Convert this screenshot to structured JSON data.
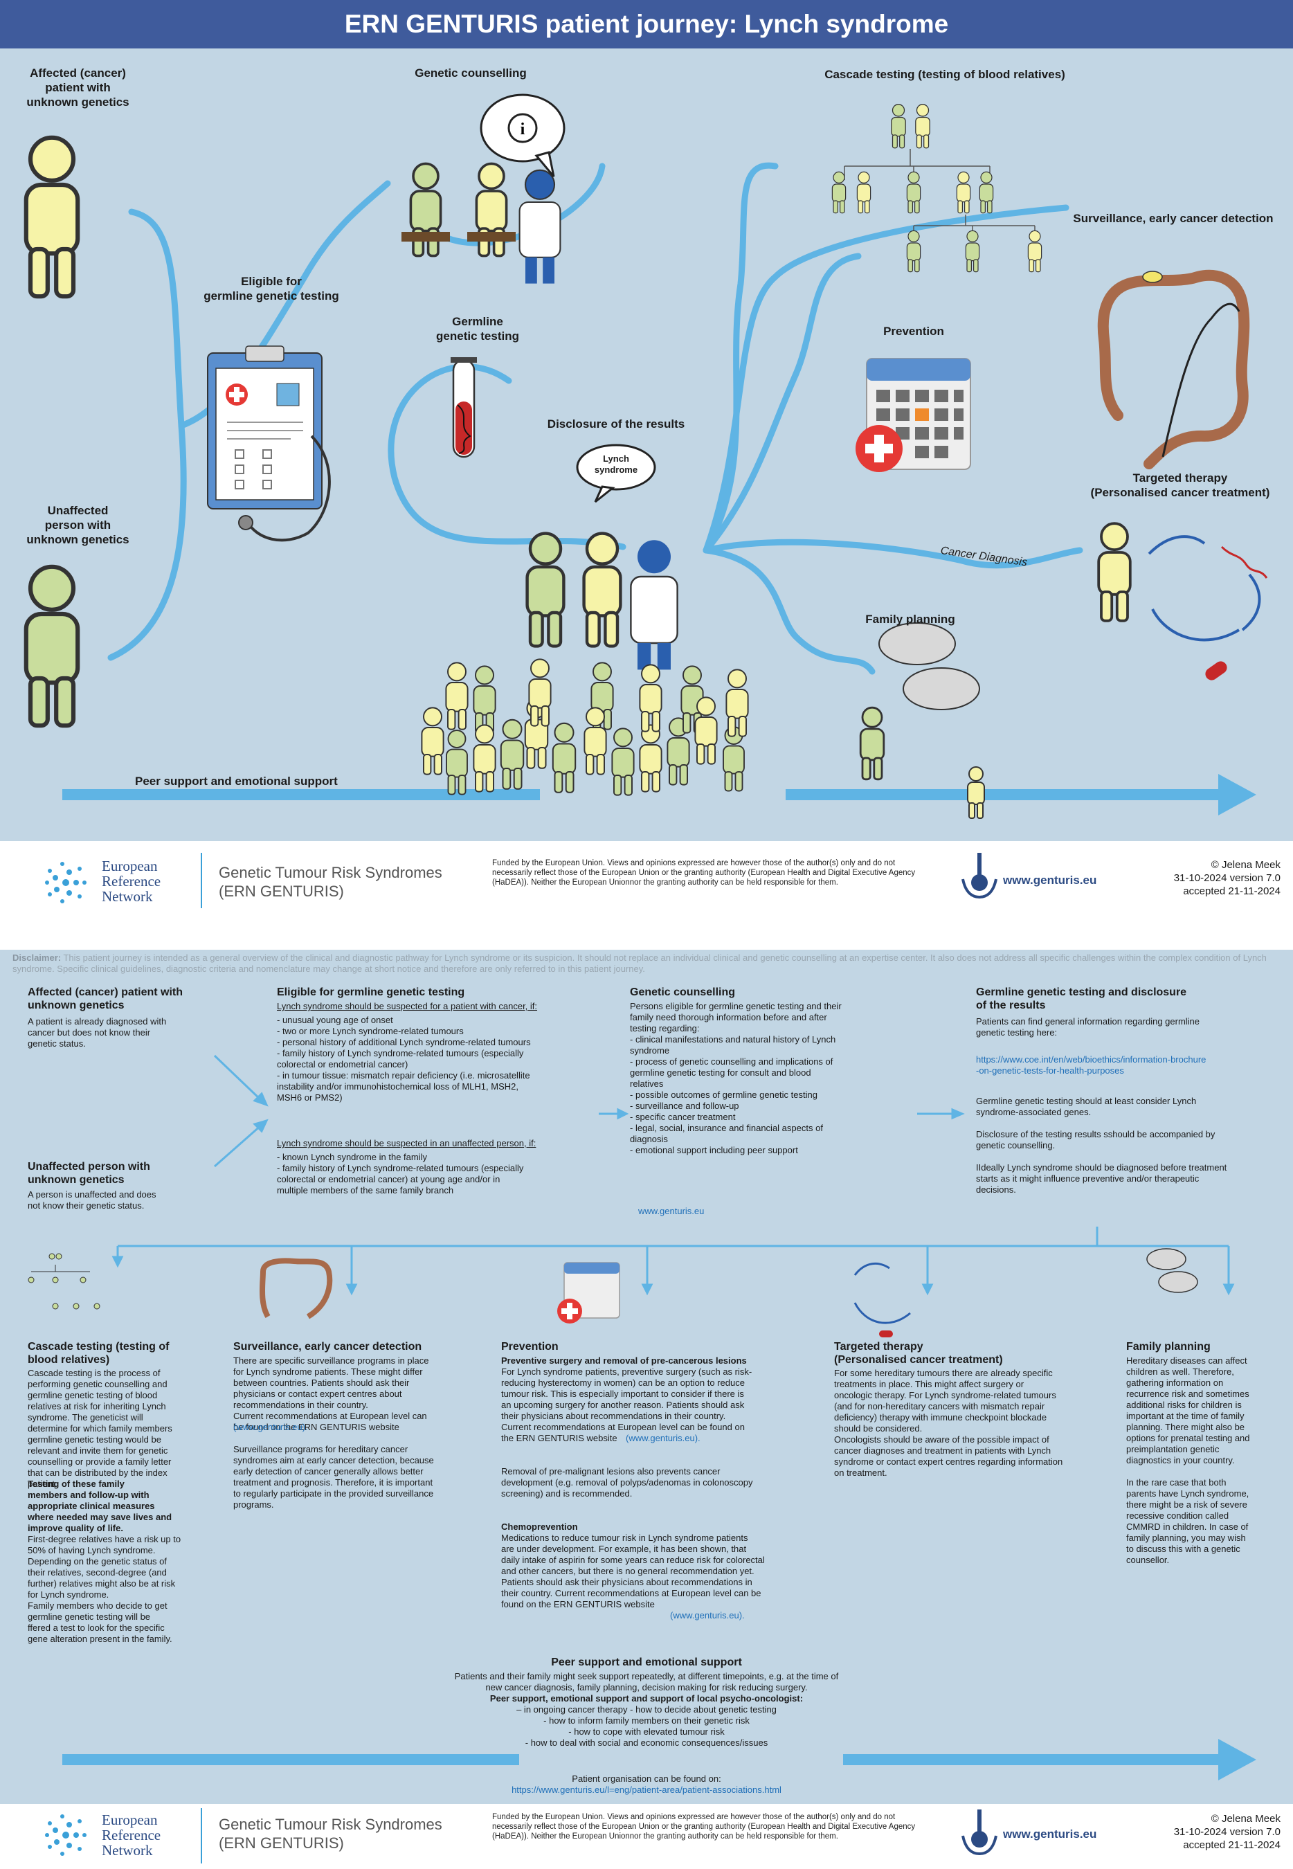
{
  "poster": {
    "title": "ERN GENTURIS patient journey: Lynch syndrome",
    "labels": {
      "affected": "Affected (cancer)\npatient with\nunknown genetics",
      "unaffected": "Unaffected\nperson with\nunknown genetics",
      "eligible": "Eligible for\ngermline genetic testing",
      "counselling": "Genetic counselling",
      "germline": "Germline\ngenetic testing",
      "disclosure": "Disclosure of the results",
      "bubble": "Lynch\nsyndrome",
      "cascade": "Cascade testing (testing of  blood relatives)",
      "surveillance": "Surveillance, early cancer detection",
      "prevention": "Prevention",
      "targeted": "Targeted therapy\n(Personalised cancer treatment)",
      "cancer_diagnosis": "Cancer Diagnosis",
      "family_planning": "Family planning",
      "peer": "Peer support and emotional support"
    }
  },
  "footer": {
    "ern_name": "European\nReference\nNetwork",
    "subtitle": "Genetic Tumour Risk Syndromes\n(ERN GENTURIS)",
    "funding": "Funded by the European Union. Views and opinions expressed are however those of the author(s) only and do not necessarily reflect those of the European Union or the granting authority (European Health and Digital Executive Agency (HaDEA)). Neither the European Unionnor the granting authority can be held responsible for them.",
    "website": "www.genturis.eu",
    "author": "© Jelena Meek",
    "version": "31-10-2024 version 7.0",
    "accepted": "accepted 21-11-2024"
  },
  "disclaimer": {
    "label": "Disclaimer:",
    "text": "This patient journey is intended as a general overview of the clinical and diagnostic pathway for Lynch syndrome or its suspicion. It should not replace an individual clinical and genetic counselling at an expertise center. It also does not address all specific challenges within the complex condition of Lynch syndrome. Specific clinical guidelines, diagnostic criteria and nomenclature may change at short notice and therefore are only referred to in this patient journey."
  },
  "sections": {
    "affected": {
      "title": "Affected (cancer) patient with\nunknown genetics",
      "body": "A patient is already diagnosed with\ncancer but does not know their\ngenetic status."
    },
    "unaffected": {
      "title": "Unaffected person with\nunknown genetics",
      "body": "A person is unaffected and does\nnot know their genetic status."
    },
    "eligible": {
      "title": "Eligible for germline genetic testing",
      "sub1": "Lynch syndrome should be suspected for a patient with cancer, if:",
      "body1": "- unusual young age of onset\n- two or more Lynch syndrome-related tumours\n- personal history of additional Lynch syndrome-related tumours\n- family history of Lynch syndrome-related tumours (especially\n   colorectal or endometrial cancer)\n-  in tumour tissue: mismatch repair deficiency (i.e. microsatellite\n   instability and/or immunohistochemical loss of MLH1, MSH2,\n   MSH6 or PMS2)",
      "sub2": "Lynch syndrome should be suspected in an unaffected person, if:",
      "body2": "- known Lynch syndrome in the family\n- family history of Lynch syndrome-related tumours (especially\n   colorectal or endometrial cancer) at young age and/or in\n   multiple members of the same family branch"
    },
    "counselling": {
      "title": "Genetic counselling",
      "body": "Persons eligible for germline genetic testing and their\nfamily need thorough information before and after\ntesting regarding:\n- clinical manifestations and natural history of Lynch\n   syndrome\n- process of genetic counselling and implications of\n   germline genetic testing for consult and blood\n   relatives\n- possible outcomes of germline genetic testing\n- surveillance and follow-up\n- specific cancer treatment\n- legal, social, insurance and financial aspects of\n   diagnosis\n- emotional support including  peer support",
      "link": "www.genturis.eu"
    },
    "germline": {
      "title": "Germline genetic testing and disclosure\nof the results",
      "body1": "Patients can find general information regarding germline\ngenetic testing here:",
      "link": "https://www.coe.int/en/web/bioethics/information-brochure\n-on-genetic-tests-for-health-purposes",
      "body2": "Germline genetic testing should at least consider Lynch\nsyndrome-associated genes.\n\nDisclosure of the testing results sshould be accompanied by\ngenetic counselling.\n\nIIdeally Lynch syndrome should be diagnosed before treatment\nstarts as it might influence preventive and/or therapeutic\ndecisions."
    },
    "cascade": {
      "title": "Cascade testing (testing of\nblood relatives)",
      "body1": "Cascade testing is the process of\nperforming genetic counselling and\ngermline genetic testing of blood\nrelatives at risk for inheriting Lynch\nsyndrome. The geneticist will\ndetermine for which family members\ngermline genetic testing would be\nrelevant and invite them for genetic\ncounselling or provide a family letter\nthat can be distributed by the index\npatient.",
      "bold": "Testing of these family\nmembers and follow-up with\nappropriate clinical measures\nwhere needed may save lives and\nimprove quality of life.",
      "body2": "First-degree relatives have a risk up to\n50% of having Lynch syndrome.\nDepending on the genetic status of\ntheir relatives, second-degree (and\nfurther) relatives might also be at risk\nfor Lynch syndrome.\nFamily members who decide to get\ngermline genetic testing will be\nffered a test to look for the specific\ngene alteration present in the family."
    },
    "surveillance": {
      "title": "Surveillance, early cancer detection",
      "body1": "There are specific surveillance programs in place\nfor Lynch syndrome patients. These might differ\nbetween countries. Patients should ask their\nphysicians or contact expert centres about\nrecommendations in their country.\nCurrent recommendations at European level can\nbe found on the ERN GENTURIS website",
      "link": "(www.genturis.eu).",
      "body2": "Surveillance programs for hereditary cancer\nsyndromes aim at early cancer detection, because\nearly detection of cancer generally allows better\ntreatment and prognosis. Therefore, it is important\nto regularly participate in the provided surveillance\nprograms."
    },
    "prevention": {
      "title": "Prevention",
      "sub1": "Preventive surgery and removal of pre-cancerous lesions",
      "body1": "For Lynch syndrome patients, preventive surgery (such as risk-\nreducing hysterectomy in women) can be an option to reduce\ntumour risk. This is especially important to consider if there is\nan upcoming surgery for another reason. Patients should ask\ntheir physicians about recommendations in their country.\nCurrent recommendations at European level can be found on\nthe ERN GENTURIS website",
      "link1": "(www.genturis.eu).",
      "body2": "Removal of pre-malignant lesions also prevents cancer\ndevelopment (e.g. removal of polyps/adenomas in colonoscopy\nscreening) and is recommended.",
      "sub2": "Chemoprevention",
      "body3": "Medications to reduce tumour risk in Lynch syndrome patients\nare under development. For example, it has been shown, that\ndaily intake of aspirin for some years can reduce risk for colorectal\nand other cancers, but there is no general recommendation yet.\nPatients should ask their physicians about recommendations in\ntheir country. Current recommendations at European level can be\nfound on the ERN GENTURIS website",
      "link2": "(www.genturis.eu)."
    },
    "targeted": {
      "title": "Targeted therapy\n(Personalised cancer treatment)",
      "body": "For some hereditary tumours there are already specific\ntreatments in place. This might affect surgery or\noncologic therapy. For Lynch syndrome-related tumours\n(and for non-hereditary cancers with mismatch repair\ndeficiency) therapy with immune checkpoint blockade\nshould be considered.\nOncologists should be aware of the possible impact of\ncancer diagnoses and treatment in patients with Lynch\nsyndrome or contact expert centres regarding information\non treatment."
    },
    "family": {
      "title": "Family planning",
      "body": "Hereditary diseases can affect\nchildren as well. Therefore,\ngathering information on\nrecurrence risk and sometimes\nadditional risks for children is\nimportant at the time of family\nplanning. There might also be\noptions for prenatal testing and\npreimplantation genetic\ndiagnostics in your country.\n\nIn the rare case that both\nparents have Lynch syndrome,\nthere might be a risk of severe\nrecessive condition called\nCMMRD in children. In case of\nfamily planning, you may wish\nto discuss this with a genetic\ncounsellor."
    },
    "peer": {
      "title": "Peer support and emotional support",
      "body1": "Patients and their family might seek support repeatedly, at different timepoints, e.g. at the time of\nnew cancer diagnosis, family planning, decision making for risk reducing surgery.",
      "bold": "Peer support, emotional support and support of local psycho-oncologist:",
      "body2": "– in ongoing cancer therapy          - how to decide about genetic testing\n- how to inform family members on their genetic risk\n- how to cope with elevated tumour risk\n- how to deal with social and economic consequences/issues",
      "org": "Patient organisation can be found on:",
      "link": "https://www.genturis.eu/l=eng/patient-area/patient-associations.html"
    }
  }
}
